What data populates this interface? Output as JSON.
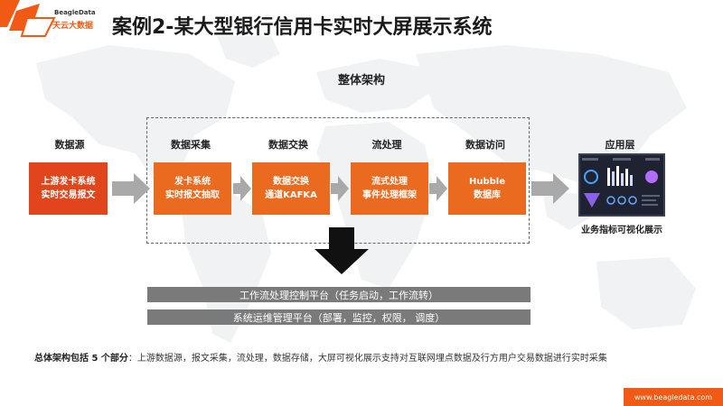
{
  "header": {
    "logo_en": "BeagleData",
    "logo_cn": "天云大数据",
    "title": "案例2-某大型银行信用卡实时大屏展示系统"
  },
  "architecture": {
    "title": "整体架构",
    "source": {
      "label": "数据源",
      "box_lines": [
        "上游发卡系统",
        "实时交易报文"
      ]
    },
    "stages": [
      {
        "label": "数据采集",
        "box_lines": [
          "发卡系统",
          "实时报文抽取"
        ]
      },
      {
        "label": "数据交换",
        "box_lines": [
          "数据交换",
          "通道KAFKA"
        ]
      },
      {
        "label": "流处理",
        "box_lines": [
          "流式处理",
          "事件处理框架"
        ]
      },
      {
        "label": "数据访问",
        "box_lines": [
          "Hubble",
          "数据库"
        ]
      }
    ],
    "application": {
      "label": "应用层",
      "caption": "业务指标可视化展示"
    },
    "platforms": [
      "工作流处理控制平台（任务启动，工作流转）",
      "系统运维管理平台（部署，监控，权限， 调度）"
    ]
  },
  "summary": {
    "lead": "总体架构包括 5 个部分",
    "text": "：上游数据源，报文采集，流处理，数据存储，大屏可视化展示支持对互联网埋点数据及行方用户交易数据进行实时采集"
  },
  "footer": {
    "url": "www.beagledata.com"
  },
  "colors": {
    "accent": "#ea6a1f",
    "source_box": "#e0451c",
    "arrow": "#a9a9a9",
    "platform_bar": "#7a7a7a"
  }
}
